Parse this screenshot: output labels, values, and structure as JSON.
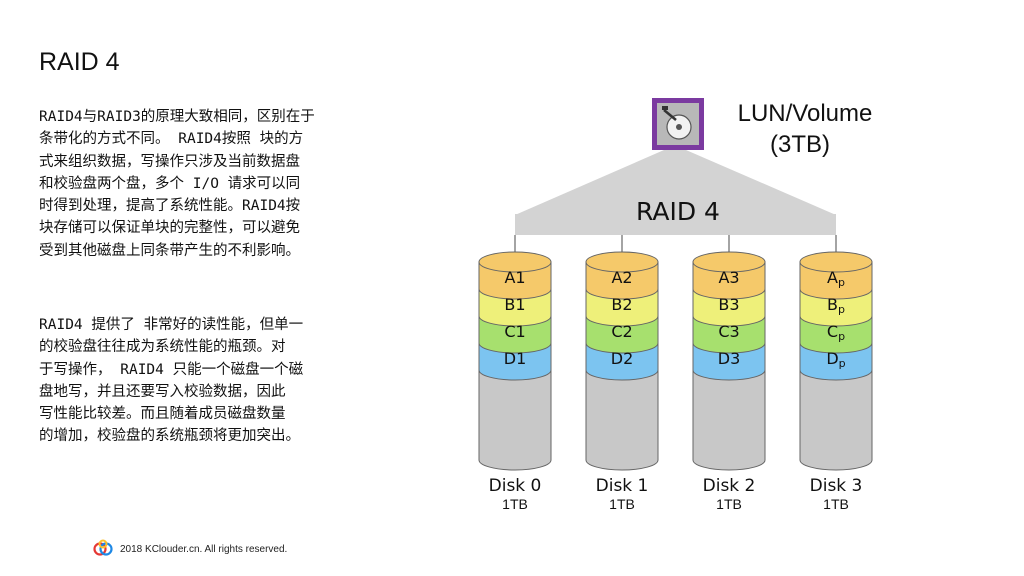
{
  "slide": {
    "title": "RAID 4",
    "para1": "RAID4与RAID3的原理大致相同，区别在于\n条带化的方式不同。 RAID4按照 块的方\n式来组织数据，写操作只涉及当前数据盘\n和校验盘两个盘，多个 I/O 请求可以同\n时得到处理，提高了系统性能。RAID4按\n块存储可以保证单块的完整性，可以避免\n受到其他磁盘上同条带产生的不利影响。",
    "para2": "RAID4 提供了 非常好的读性能，但单一\n的校验盘往往成为系统性能的瓶颈。对\n于写操作， RAID4 只能一个磁盘一个磁\n盘地写，并且还要写入校验数据，因此\n写性能比较差。而且随着成员磁盘数量\n的增加，校验盘的系统瓶颈将更加突出。",
    "footer": "2018 KClouder.cn. All rights reserved."
  },
  "diagram": {
    "lun_line1": "LUN/Volume",
    "lun_line2": "(3TB)",
    "raid_label": "RAID 4",
    "colors": {
      "A": "#f5c96a",
      "B": "#eef07a",
      "C": "#a7e06e",
      "D": "#7cc4f0",
      "body": "#c8c8c8",
      "triangle": "#d3d3d3",
      "lun_border": "#7b3aa0"
    },
    "disks": [
      {
        "name": "Disk 0",
        "size": "1TB",
        "blocks": [
          {
            "t": "A1",
            "s": ""
          },
          {
            "t": "B1",
            "s": ""
          },
          {
            "t": "C1",
            "s": ""
          },
          {
            "t": "D1",
            "s": ""
          }
        ]
      },
      {
        "name": "Disk 1",
        "size": "1TB",
        "blocks": [
          {
            "t": "A2",
            "s": ""
          },
          {
            "t": "B2",
            "s": ""
          },
          {
            "t": "C2",
            "s": ""
          },
          {
            "t": "D2",
            "s": ""
          }
        ]
      },
      {
        "name": "Disk 2",
        "size": "1TB",
        "blocks": [
          {
            "t": "A3",
            "s": ""
          },
          {
            "t": "B3",
            "s": ""
          },
          {
            "t": "C3",
            "s": ""
          },
          {
            "t": "D3",
            "s": ""
          }
        ]
      },
      {
        "name": "Disk 3",
        "size": "1TB",
        "blocks": [
          {
            "t": "A",
            "s": "p"
          },
          {
            "t": "B",
            "s": "p"
          },
          {
            "t": "C",
            "s": "p"
          },
          {
            "t": "D",
            "s": "p"
          }
        ]
      }
    ]
  }
}
